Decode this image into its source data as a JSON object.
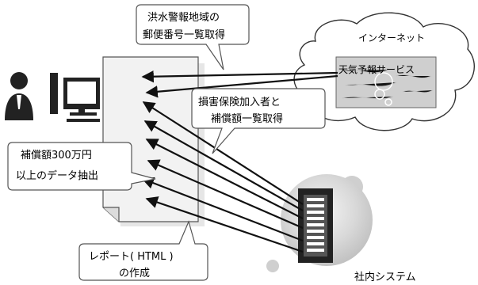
{
  "diagram": {
    "callout_flood": [
      "洪水警報地域の",
      "郵便番号一覧取得"
    ],
    "callout_insured": [
      "損害保険加入者と",
      "補償額一覧取得"
    ],
    "callout_extract": [
      "補償額300万円",
      "以上のデータ抽出"
    ],
    "callout_report": [
      "レポート( HTML )",
      "の作成"
    ],
    "internet_label": "インターネット",
    "weather_label": "天気予報サービス",
    "system_label": "社内システム"
  }
}
